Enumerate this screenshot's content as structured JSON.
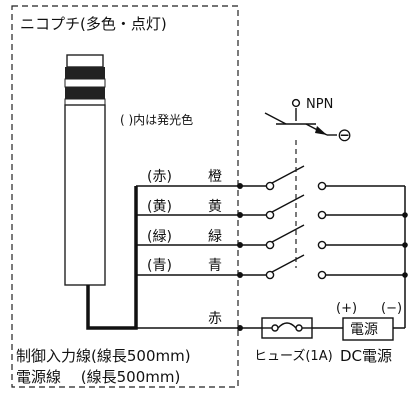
{
  "title": "ニコプチ(多色・点灯)",
  "note": "( )内は発光色",
  "transistor_label": "NPN",
  "ground_symbol": "⊖",
  "wires": [
    {
      "emission": "(赤)",
      "wire": "橙"
    },
    {
      "emission": "(黄)",
      "wire": "黄"
    },
    {
      "emission": "(緑)",
      "wire": "緑"
    },
    {
      "emission": "(青)",
      "wire": "青"
    },
    {
      "emission": "",
      "wire": "赤"
    }
  ],
  "fuse_label": "ヒューズ(1A)",
  "power_label": "電源",
  "dc_label": "DC電源",
  "plus_label": "(+)",
  "minus_label": "(−)",
  "control_wire_label": "制御入力線(線長500mm)",
  "power_wire_label": "電源線　 (線長500mm)"
}
